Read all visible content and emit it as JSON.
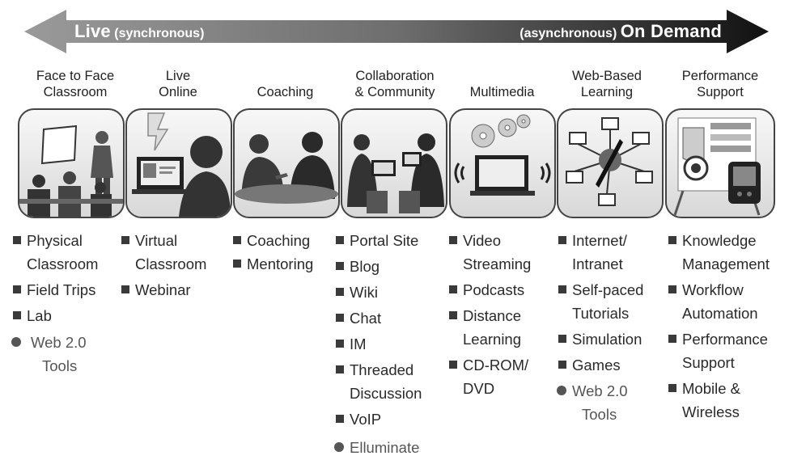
{
  "arrow": {
    "left_bold": "Live",
    "left_sub": "(synchronous)",
    "right_sub": "(asynchronous)",
    "right_bold": "On Demand"
  },
  "columns": [
    {
      "title1": "Face to Face",
      "title2": "Classroom",
      "icon": "classroom-scene-icon",
      "items": [
        {
          "kind": "square",
          "l1": "Physical",
          "l2": "Classroom"
        },
        {
          "kind": "square",
          "l1": "Field Trips",
          "l2": ""
        },
        {
          "kind": "square",
          "l1": "Lab",
          "l2": ""
        },
        {
          "kind": "circle",
          "l1": "Web 2.0",
          "l2": "Tools"
        }
      ]
    },
    {
      "title1": "Live",
      "title2": "Online",
      "icon": "live-online-scene-icon",
      "items": [
        {
          "kind": "square",
          "l1": "Virtual",
          "l2": "Classroom"
        },
        {
          "kind": "square",
          "l1": "Webinar",
          "l2": ""
        }
      ]
    },
    {
      "title1": "",
      "title2": "Coaching",
      "icon": "coaching-scene-icon",
      "items": [
        {
          "kind": "square",
          "l1": "Coaching",
          "l2": ""
        },
        {
          "kind": "square",
          "l1": "Mentoring",
          "l2": ""
        }
      ]
    },
    {
      "title1": "Collaboration",
      "title2": "& Community",
      "icon": "community-scene-icon",
      "items": [
        {
          "kind": "square",
          "l1": "Portal Site",
          "l2": ""
        },
        {
          "kind": "square",
          "l1": "Blog",
          "l2": ""
        },
        {
          "kind": "square",
          "l1": "Wiki",
          "l2": ""
        },
        {
          "kind": "square",
          "l1": "Chat",
          "l2": ""
        },
        {
          "kind": "square",
          "l1": "IM",
          "l2": ""
        },
        {
          "kind": "square",
          "l1": "Threaded",
          "l2": "Discussion"
        },
        {
          "kind": "square",
          "l1": "VoIP",
          "l2": ""
        },
        {
          "kind": "circle",
          "l1": "Elluminate",
          "l2": ""
        }
      ]
    },
    {
      "title1": "",
      "title2": "Multimedia",
      "icon": "multimedia-scene-icon",
      "items": [
        {
          "kind": "square",
          "l1": "Video",
          "l2": "Streaming"
        },
        {
          "kind": "square",
          "l1": "Podcasts",
          "l2": ""
        },
        {
          "kind": "square",
          "l1": "Distance",
          "l2": "Learning"
        },
        {
          "kind": "square",
          "l1": "CD-ROM/",
          "l2": "DVD"
        }
      ]
    },
    {
      "title1": "Web-Based",
      "title2": "Learning",
      "icon": "network-scene-icon",
      "items": [
        {
          "kind": "square",
          "l1": "Internet/",
          "l2": "Intranet"
        },
        {
          "kind": "square",
          "l1": "Self-paced",
          "l2": "Tutorials"
        },
        {
          "kind": "square",
          "l1": "Simulation",
          "l2": ""
        },
        {
          "kind": "square",
          "l1": "Games",
          "l2": ""
        },
        {
          "kind": "circle",
          "l1": "Web 2.0",
          "l2": "Tools"
        }
      ]
    },
    {
      "title1": "Performance",
      "title2": "Support",
      "icon": "performance-support-scene-icon",
      "items": [
        {
          "kind": "square",
          "l1": "Knowledge",
          "l2": "Management"
        },
        {
          "kind": "square",
          "l1": "Workflow",
          "l2": "Automation"
        },
        {
          "kind": "square",
          "l1": "Performance",
          "l2": "Support"
        },
        {
          "kind": "square",
          "l1": "Mobile &",
          "l2": "Wireless"
        }
      ]
    }
  ]
}
